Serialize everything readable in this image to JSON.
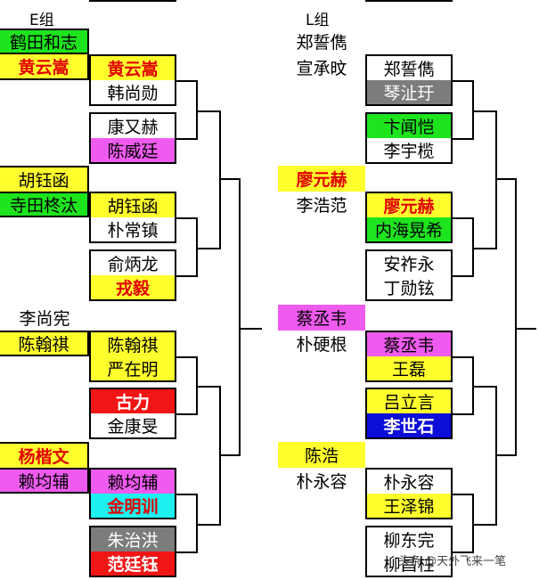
{
  "groups": {
    "E": {
      "title": "E组",
      "seeds": [
        "鹤田和志",
        "黄云嵩",
        "胡钰函",
        "寺田柊汰",
        "李尚宪",
        "陈翰祺",
        "杨楷文",
        "赖均辅"
      ],
      "r1": [
        "黄云嵩",
        "韩尚勋",
        "康又赫",
        "陈威廷",
        "胡钰函",
        "朴常镇",
        "俞炳龙",
        "戎毅",
        "陈翰祺",
        "严在明",
        "古力",
        "金康旻",
        "赖均辅",
        "金明训",
        "朱治洪",
        "范廷钰"
      ]
    },
    "L": {
      "title": "L组",
      "seeds": [
        "郑誓儁",
        "宣承旼",
        "廖元赫",
        "李浩范",
        "蔡丞韦",
        "朴硬根",
        "陈浩",
        "朴永容"
      ],
      "r1": [
        "郑誓儁",
        "琴沚玗",
        "卞闻恺",
        "李宇榄",
        "廖元赫",
        "内海晃希",
        "安祚永",
        "丁勋铉",
        "蔡丞韦",
        "王磊",
        "吕立言",
        "李世石",
        "朴永容",
        "王泽锦",
        "柳东完",
        "柳昌柱"
      ]
    }
  },
  "watermark": "头条 @天外飞来一笔",
  "colors": {
    "green": "#1ee41e",
    "yellow": "#ffff2e",
    "pink": "#ef5aef",
    "red": "#f21515",
    "cyan": "#1ef0f0",
    "gray": "#7c7c7c",
    "blue": "#0d0dd8",
    "boldRed": "#e00000"
  }
}
